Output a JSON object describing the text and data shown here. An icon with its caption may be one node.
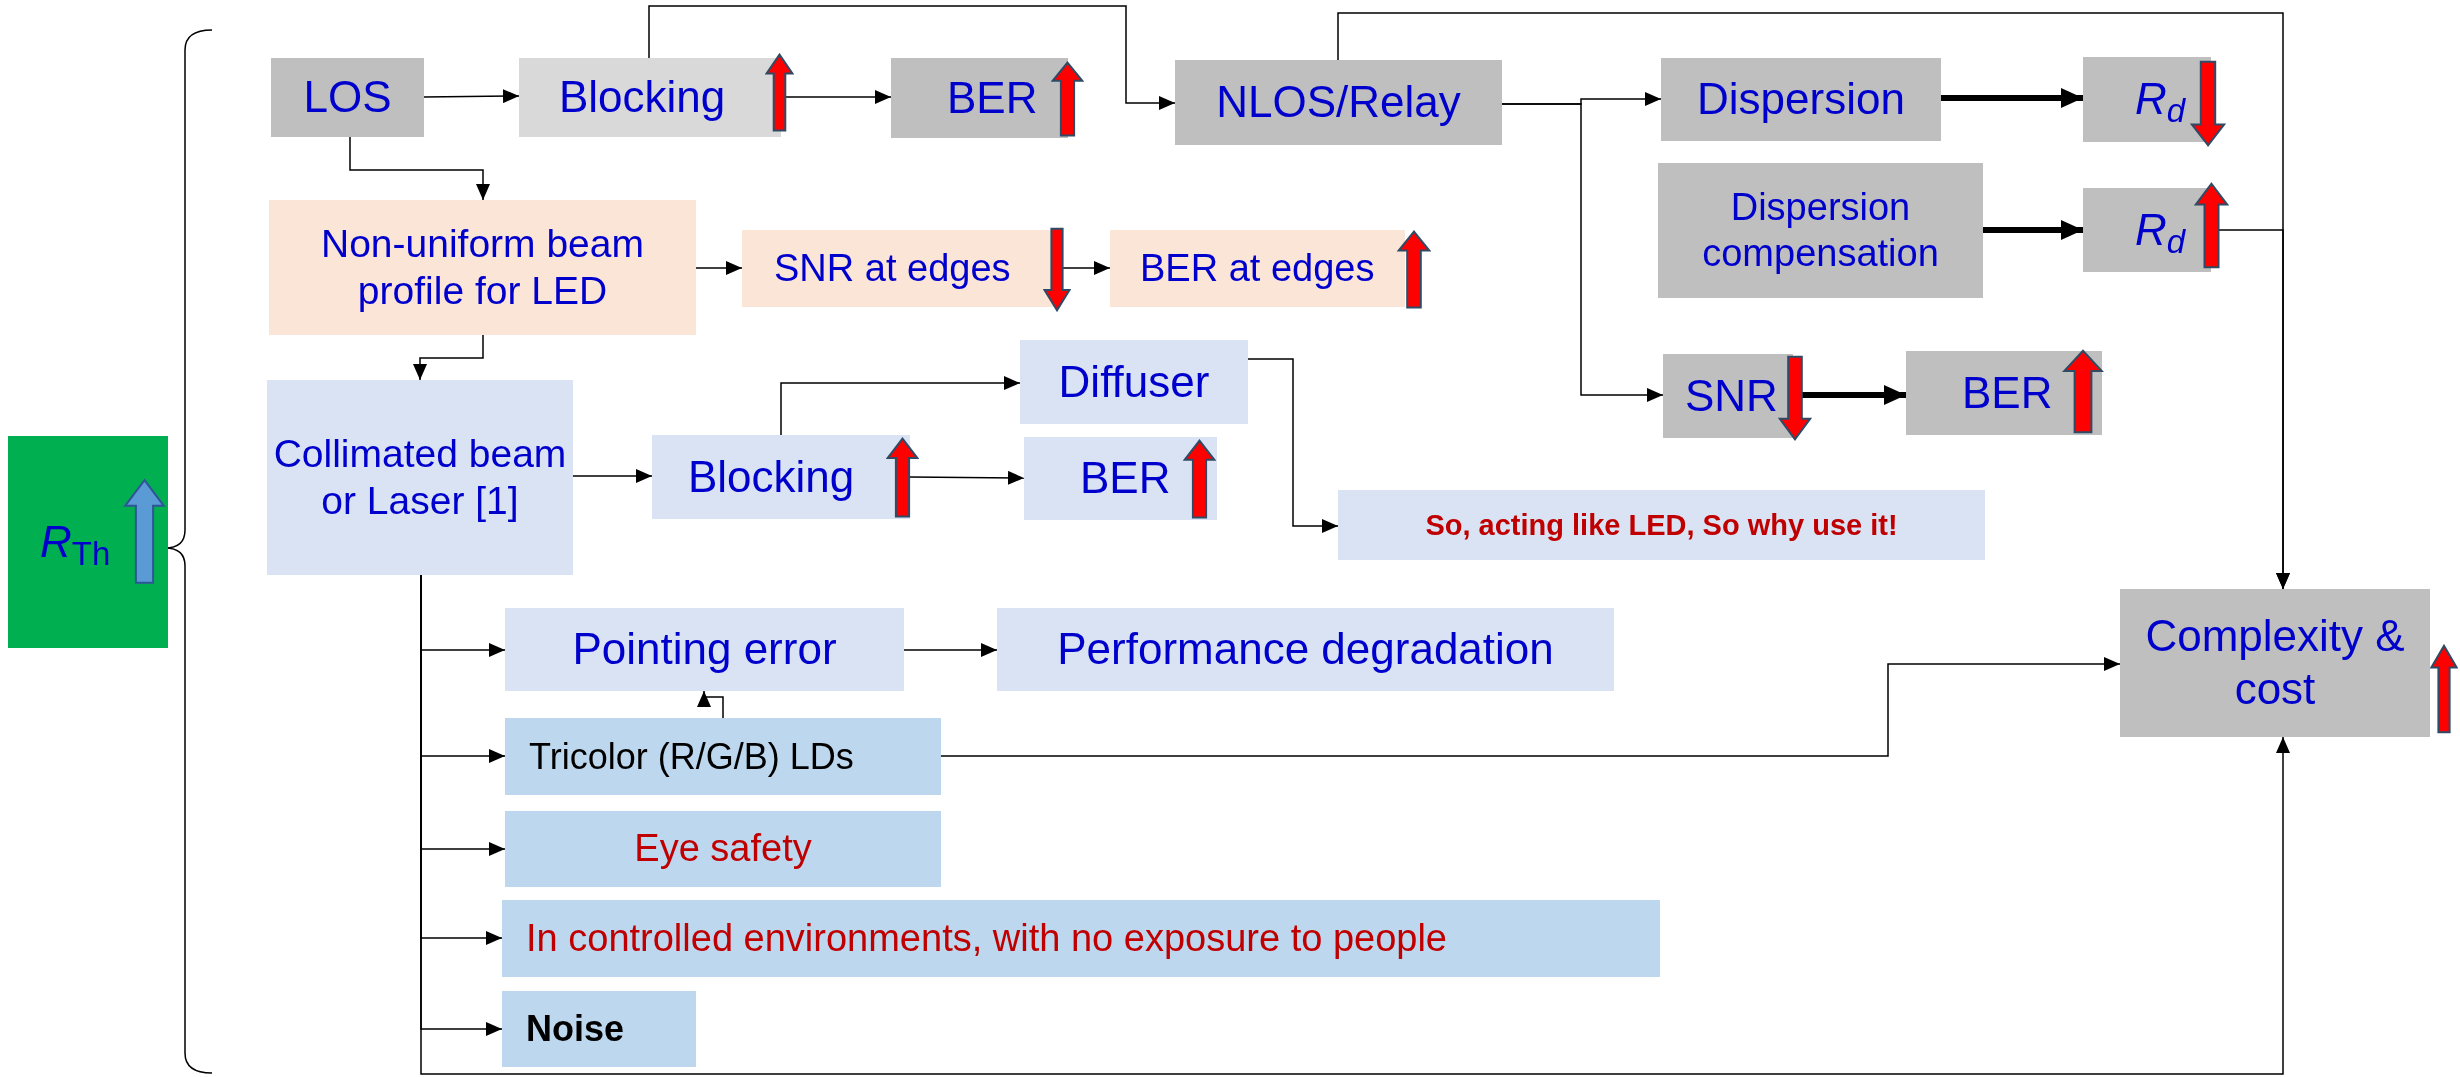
{
  "diagram": {
    "nodes": [
      {
        "text": [
          "*R*$_{Th}$"
        ]
      },
      {
        "text": [
          "LOS"
        ]
      },
      {
        "text": [
          "Blocking"
        ]
      },
      {
        "text": [
          "BER"
        ]
      },
      {
        "text": [
          "NLOS/Relay"
        ]
      },
      {
        "text": [
          "Dispersion"
        ]
      },
      {
        "text": [
          "R$_{d}$"
        ]
      },
      {
        "text": [
          "Dispersion compensation"
        ]
      },
      {
        "text": [
          "R$_{d}$"
        ]
      },
      {
        "text": [
          "Non-uniform beam profile for LED"
        ]
      },
      {
        "text": [
          "SNR at edges"
        ]
      },
      {
        "text": [
          "BER at edges"
        ]
      },
      {
        "text": [
          "Collimated beam or Laser [1]"
        ]
      },
      {
        "text": [
          "Blocking"
        ]
      },
      {
        "text": [
          "Diffuser"
        ]
      },
      {
        "text": [
          "BER"
        ]
      },
      {
        "text": [
          "So, acting like LED, So why use it!"
        ]
      },
      {
        "text": [
          "SNR"
        ]
      },
      {
        "text": [
          "BER"
        ]
      },
      {
        "text": [
          "Pointing error"
        ]
      },
      {
        "text": [
          "Performance degradation"
        ]
      },
      {
        "text": [
          "Complexity & cost"
        ]
      },
      {
        "text": [
          "Tricolor (R/G/B) LDs"
        ]
      },
      {
        "text": [
          "Eye safety"
        ]
      },
      {
        "text": [
          "In controlled environments, with no exposure to people"
        ]
      },
      {
        "text": [
          "Noise"
        ]
      }
    ],
    "edges": [
      {
        "from": 1,
        "to": 2,
        "arrow": "to"
      },
      {
        "from": 2,
        "to": 3,
        "arrow": "to"
      },
      {
        "from": 2,
        "to": 4,
        "arrow": "to"
      },
      {
        "from": 1,
        "to": 9,
        "arrow": "to"
      },
      {
        "from": 9,
        "to": 10,
        "arrow": "to"
      },
      {
        "from": 10,
        "to": 11,
        "arrow": "to"
      },
      {
        "from": 9,
        "to": 12,
        "arrow": "to"
      },
      {
        "from": 12,
        "to": 13,
        "arrow": "to"
      },
      {
        "from": 13,
        "to": 14,
        "arrow": "to"
      },
      {
        "from": 13,
        "to": 15,
        "arrow": "to"
      },
      {
        "from": 14,
        "to": 16,
        "arrow": "to"
      },
      {
        "from": 4,
        "to": 5,
        "arrow": "to"
      },
      {
        "from": 4,
        "to": 17,
        "arrow": "to"
      },
      {
        "from": 5,
        "to": 6,
        "arrow": "to",
        "style": "thick"
      },
      {
        "from": 7,
        "to": 8,
        "arrow": "to",
        "style": "thick"
      },
      {
        "from": 17,
        "to": 18,
        "arrow": "to",
        "style": "thick"
      },
      {
        "from": 4,
        "to": 21,
        "arrow": "to"
      },
      {
        "from": 8,
        "to": 21,
        "arrow": "to"
      },
      {
        "from": 12,
        "to": 19,
        "arrow": "to"
      },
      {
        "from": 12,
        "to": 22,
        "arrow": "to"
      },
      {
        "from": 12,
        "to": 23,
        "arrow": "to"
      },
      {
        "from": 12,
        "to": 24,
        "arrow": "to"
      },
      {
        "from": 12,
        "to": 25,
        "arrow": "to"
      },
      {
        "from": 12,
        "to": 21,
        "arrow": "to"
      },
      {
        "from": 19,
        "to": 20,
        "arrow": "to"
      },
      {
        "from": 22,
        "to": 19,
        "arrow": "to"
      },
      {
        "from": 22,
        "to": 21,
        "arrow": "to"
      }
    ]
  }
}
